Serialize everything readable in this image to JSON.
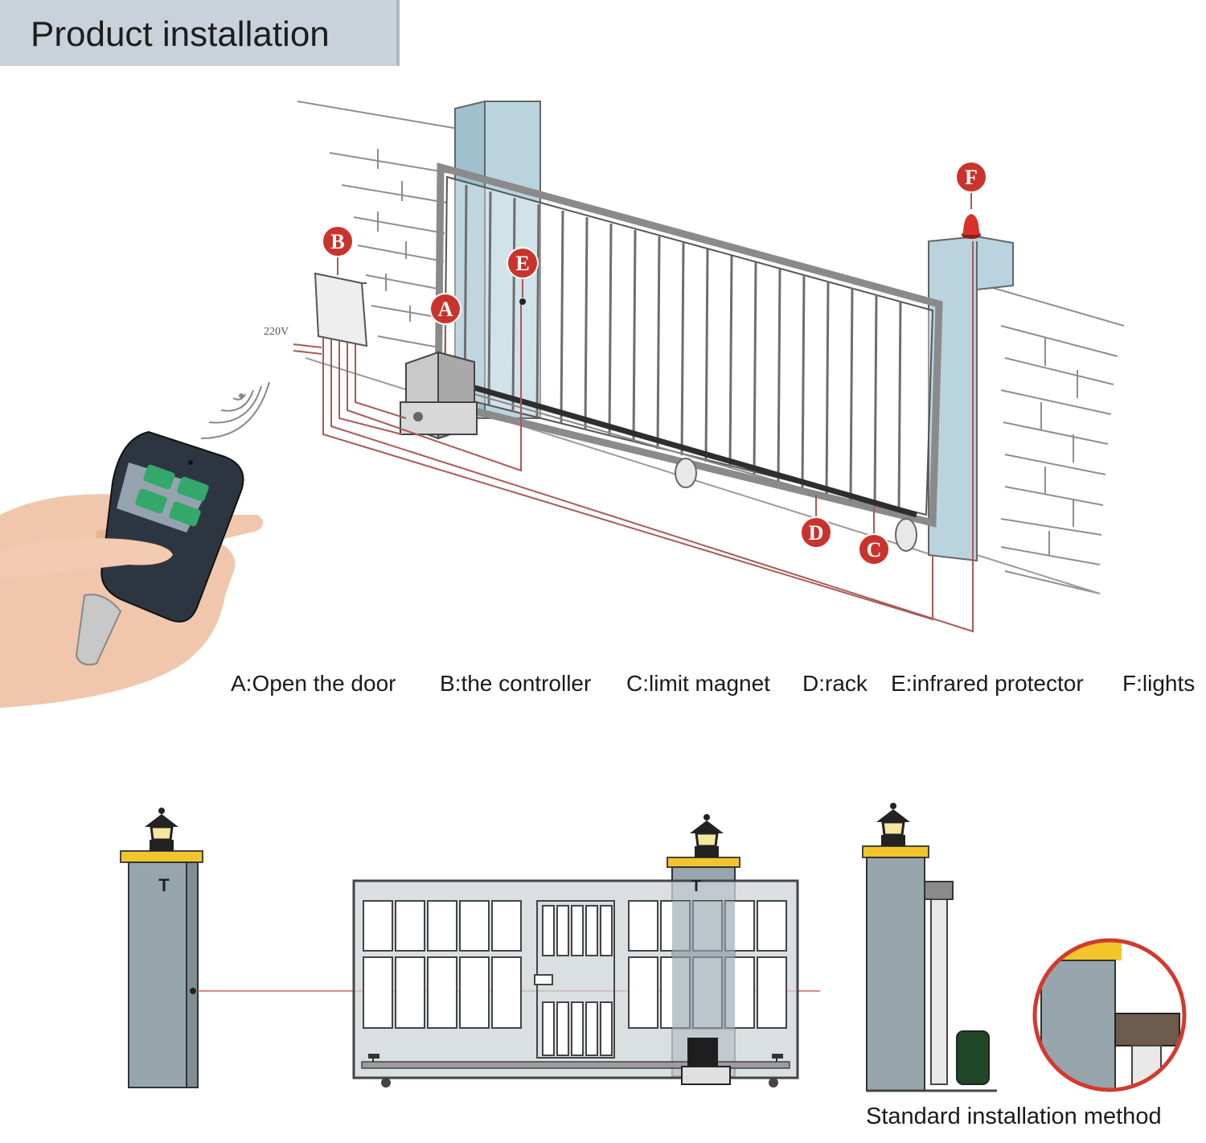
{
  "header": {
    "title": "Product installation"
  },
  "diagram": {
    "voltage_label": "220V",
    "markers": [
      "A",
      "B",
      "C",
      "D",
      "E",
      "F"
    ],
    "legend": [
      "A:Open the door",
      "B:the controller",
      "C:limit magnet",
      "D:rack",
      "E:infrared protector",
      "F:lights"
    ]
  },
  "lower_figure": {
    "caption": "Standard installation method"
  },
  "colors": {
    "pillar": "#b8d2dc",
    "wire": "#a85a55",
    "marker": "#c8342c",
    "remote_button": "#33a86a",
    "cap_yellow": "#f2c62a",
    "lower_pillar": "#97a6ad"
  }
}
